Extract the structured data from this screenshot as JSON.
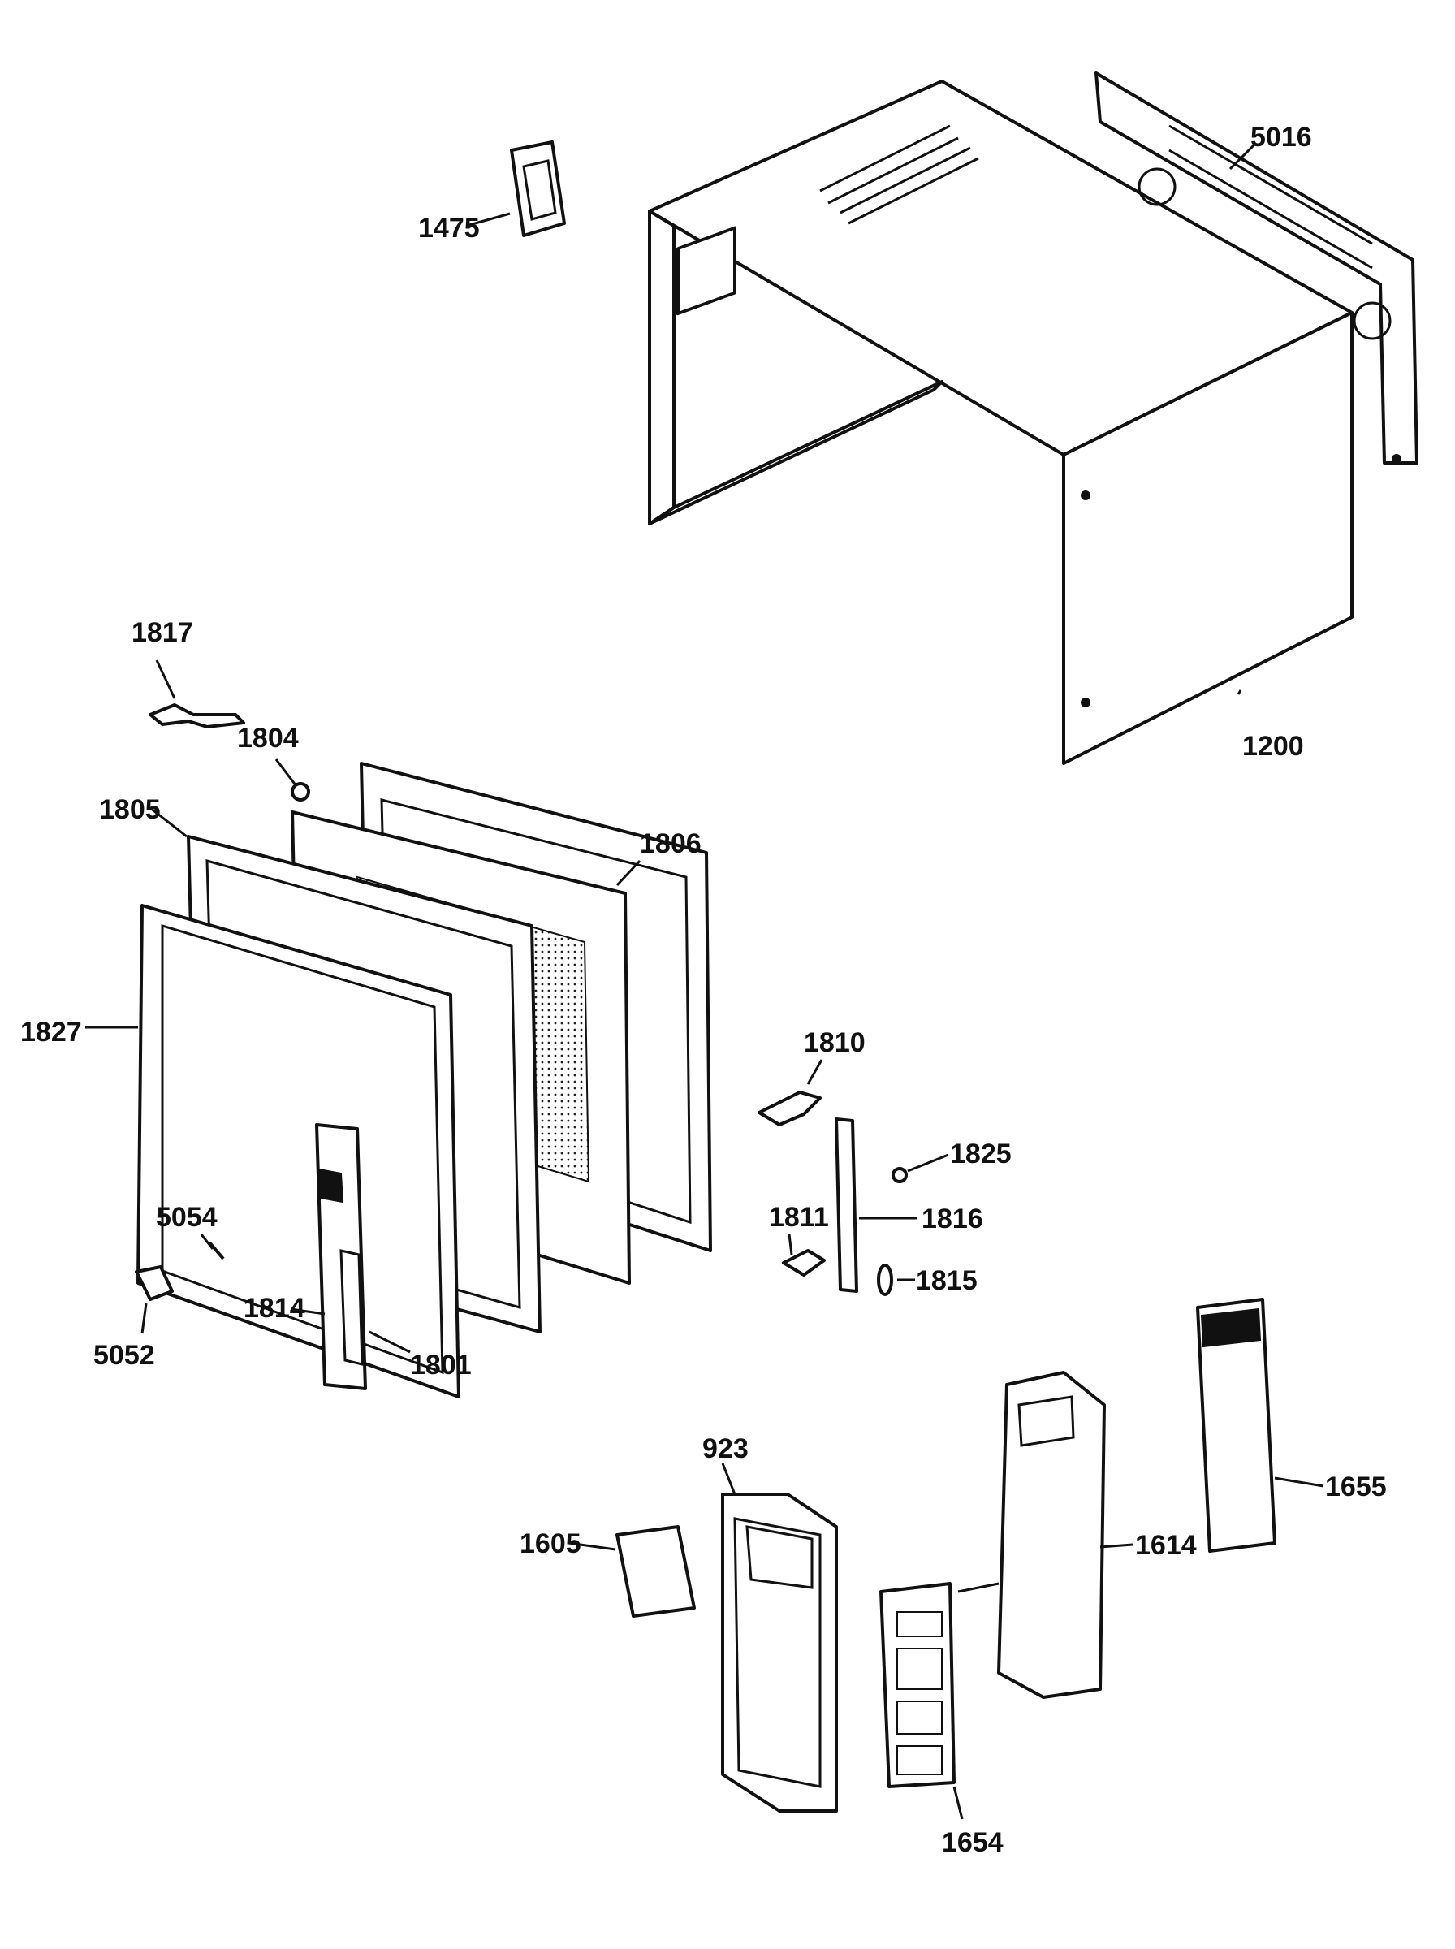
{
  "diagram": {
    "parts": [
      {
        "id": "p1475",
        "label": "1475"
      },
      {
        "id": "p5016",
        "label": "5016"
      },
      {
        "id": "p1200",
        "label": "1200"
      },
      {
        "id": "p1817",
        "label": "1817"
      },
      {
        "id": "p1804",
        "label": "1804"
      },
      {
        "id": "p1805",
        "label": "1805"
      },
      {
        "id": "p1806",
        "label": "1806"
      },
      {
        "id": "p1827",
        "label": "1827"
      },
      {
        "id": "p1810",
        "label": "1810"
      },
      {
        "id": "p1825",
        "label": "1825"
      },
      {
        "id": "p1811",
        "label": "1811"
      },
      {
        "id": "p1816",
        "label": "1816"
      },
      {
        "id": "p5054",
        "label": "5054"
      },
      {
        "id": "p1815",
        "label": "1815"
      },
      {
        "id": "p1814",
        "label": "1814"
      },
      {
        "id": "p5052",
        "label": "5052"
      },
      {
        "id": "p1801",
        "label": "1801"
      },
      {
        "id": "p923",
        "label": "923"
      },
      {
        "id": "p1655",
        "label": "1655"
      },
      {
        "id": "p1614",
        "label": "1614"
      },
      {
        "id": "p1605",
        "label": "1605"
      },
      {
        "id": "p1654",
        "label": "1654"
      }
    ]
  }
}
